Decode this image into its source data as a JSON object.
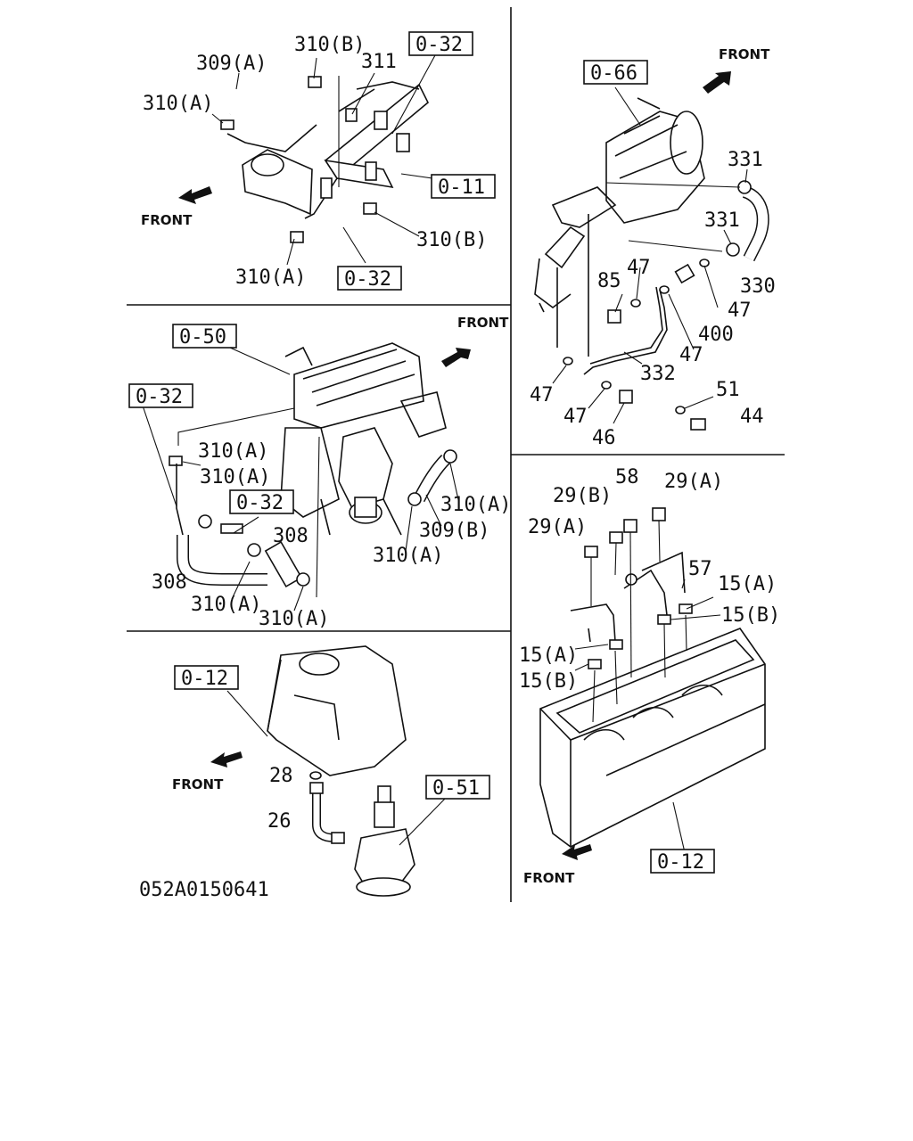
{
  "diagram_code": "052A0150641",
  "front_label": "FRONT",
  "ref_codes": {
    "r032": "0-32",
    "r011": "0-11",
    "r066": "0-66",
    "r050": "0-50",
    "r012": "0-12",
    "r051": "0-51"
  },
  "labels": {
    "p309A": "309(A)",
    "p309B": "309(B)",
    "p310A": "310(A)",
    "p310B": "310(B)",
    "p311": "311",
    "p308": "308",
    "p331": "331",
    "p330": "330",
    "p332": "332",
    "p400": "400",
    "p85": "85",
    "p47": "47",
    "p46": "46",
    "p51": "51",
    "p44": "44",
    "p28": "28",
    "p26": "26",
    "p58": "58",
    "p57": "57",
    "p29A": "29(A)",
    "p29B": "29(B)",
    "p15A": "15(A)",
    "p15B": "15(B)"
  }
}
